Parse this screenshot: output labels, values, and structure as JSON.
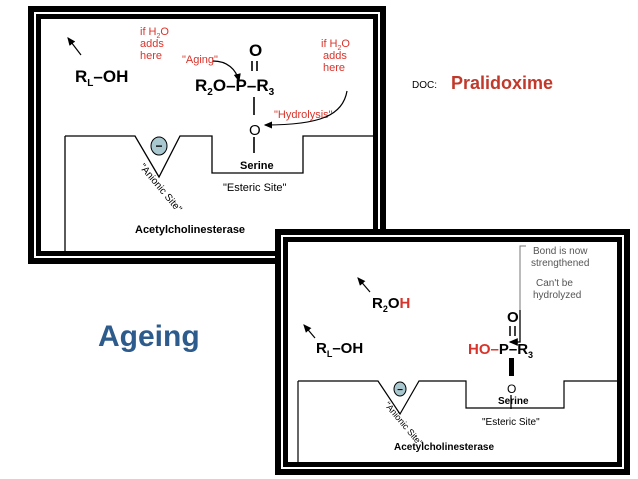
{
  "doc": {
    "label": "DOC:",
    "drug": "Pralidoxime"
  },
  "title": "Ageing",
  "top": {
    "alcohol_r": "R",
    "alcohol_sub": "L",
    "alcohol_oh": "–OH",
    "note_left": [
      "if H",
      "2",
      "O",
      "adds",
      "here"
    ],
    "aging_label": "\"Aging\"",
    "note_right": [
      "if H",
      "2",
      "O",
      "adds",
      "here"
    ],
    "hydrolysis_label": "\"Hydrolysis\"",
    "p_oxygen": "O",
    "left_group": "R",
    "left_sub": "2",
    "left_o": "O–",
    "phosphorus": "P",
    "right_group": "–R",
    "right_sub": "3",
    "serine_o": "O",
    "anionic_label": "\"Anionic Site\"",
    "serine": "Serine",
    "esteric": "\"Esteric Site\"",
    "enzyme": "Acetylcholinesterase",
    "minus": "−"
  },
  "bottom": {
    "note1": [
      "Bond is now",
      "strengthened"
    ],
    "note2": [
      "Can't be",
      "hydrolyzed"
    ],
    "r2_r": "R",
    "r2_sub": "2",
    "r2_o": "O",
    "r2_h": "H",
    "rl_r": "R",
    "rl_sub": "L",
    "rl_oh": "–OH",
    "p_oxygen": "O",
    "ho": "HO–",
    "phosphorus": "P",
    "right_group": "–R",
    "right_sub": "3",
    "serine_o": "O",
    "anionic_label": "\"Anionic Site\"",
    "serine": "Serine",
    "esteric": "\"Esteric Site\"",
    "enzyme": "Acetylcholinesterase",
    "minus": "−"
  },
  "colors": {
    "red": "#d9342b",
    "blue_title": "#2d5b8c",
    "minus_fill": "#a9c7ce"
  }
}
